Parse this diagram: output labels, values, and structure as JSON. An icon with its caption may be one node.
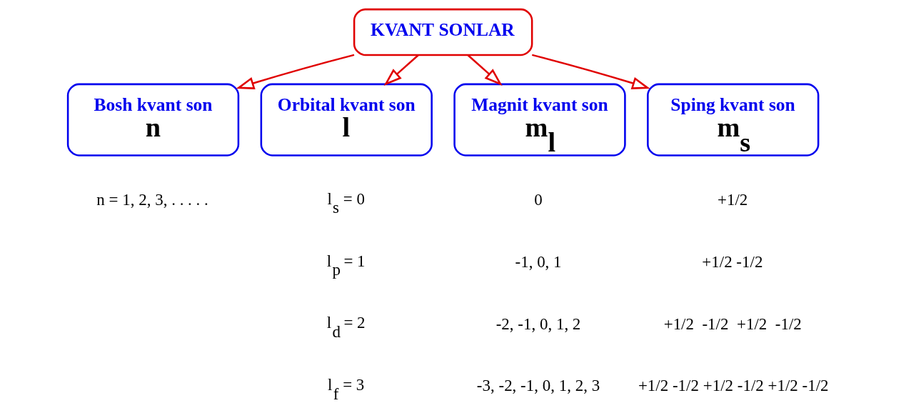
{
  "diagram": {
    "nodes": [
      {
        "text": [
          "KVANT SONLAR"
        ]
      },
      {
        "text": [
          "Bosh kvant son",
          "n"
        ]
      },
      {
        "text": [
          "Orbital kvant son",
          "l"
        ]
      },
      {
        "text": [
          "Magnit kvant son",
          "m$_{l}$"
        ]
      },
      {
        "text": [
          "Sping kvant son",
          "m$_{s}$"
        ]
      }
    ],
    "edges": [
      {
        "from": 0,
        "to": 1,
        "arrow": "to"
      },
      {
        "from": 0,
        "to": 2,
        "arrow": "to"
      },
      {
        "from": 0,
        "to": 3,
        "arrow": "to"
      },
      {
        "from": 0,
        "to": 4,
        "arrow": "to"
      }
    ],
    "labels": [
      "n = 1, 2, 3, . . . . .",
      "l$_{s}$ = 0",
      "0",
      "+1/2",
      "l$_{p}$ = 1",
      "-1, 0, 1",
      "+1/2 -1/2",
      "l$_{d}$ = 2",
      "-2, -1, 0, 1, 2",
      "+1/2  -1/2  +1/2  -1/2",
      "l$_{f}$ = 3",
      "-3, -2, -1, 0, 1, 2, 3",
      "+1/2 -1/2 +1/2 -1/2 +1/2 -1/2"
    ]
  }
}
